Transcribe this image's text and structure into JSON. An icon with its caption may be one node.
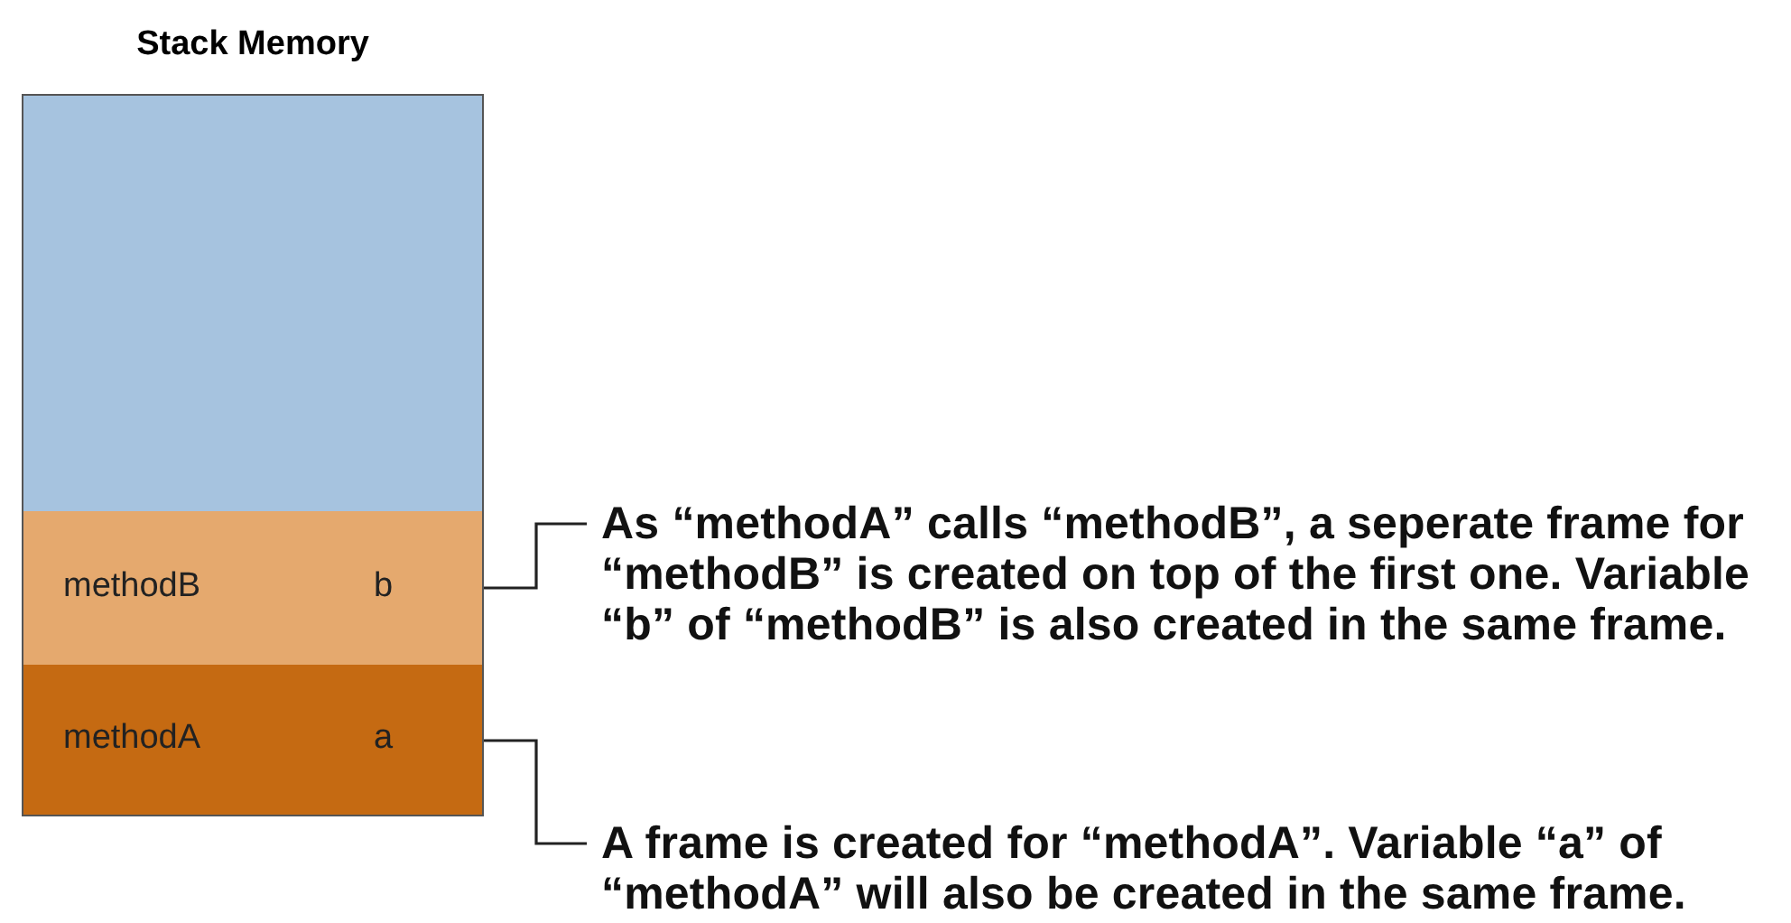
{
  "diagram": {
    "nodes": [
      {
        "text": [
          "Stack Memory"
        ]
      },
      {
        "text": [],
        "shape": "box",
        "in": 0
      },
      {
        "text": [
          "methodB",
          "b"
        ],
        "in": 0
      },
      {
        "text": [
          "methodA",
          "a"
        ],
        "in": 0
      },
      {
        "text": [
          "As “methodA” calls “methodB”, a seperate frame for “methodB” is created on top of the first one. Variable “b” of “methodB” is also created in the same frame."
        ]
      },
      {
        "text": [
          "A frame is created for “methodA”. Variable “a” of “methodA” will also be created in the same frame."
        ]
      }
    ],
    "edges": [
      {
        "from": 4,
        "to": 2,
        "arrow": "none"
      },
      {
        "from": 5,
        "to": 3,
        "arrow": "none"
      }
    ]
  }
}
